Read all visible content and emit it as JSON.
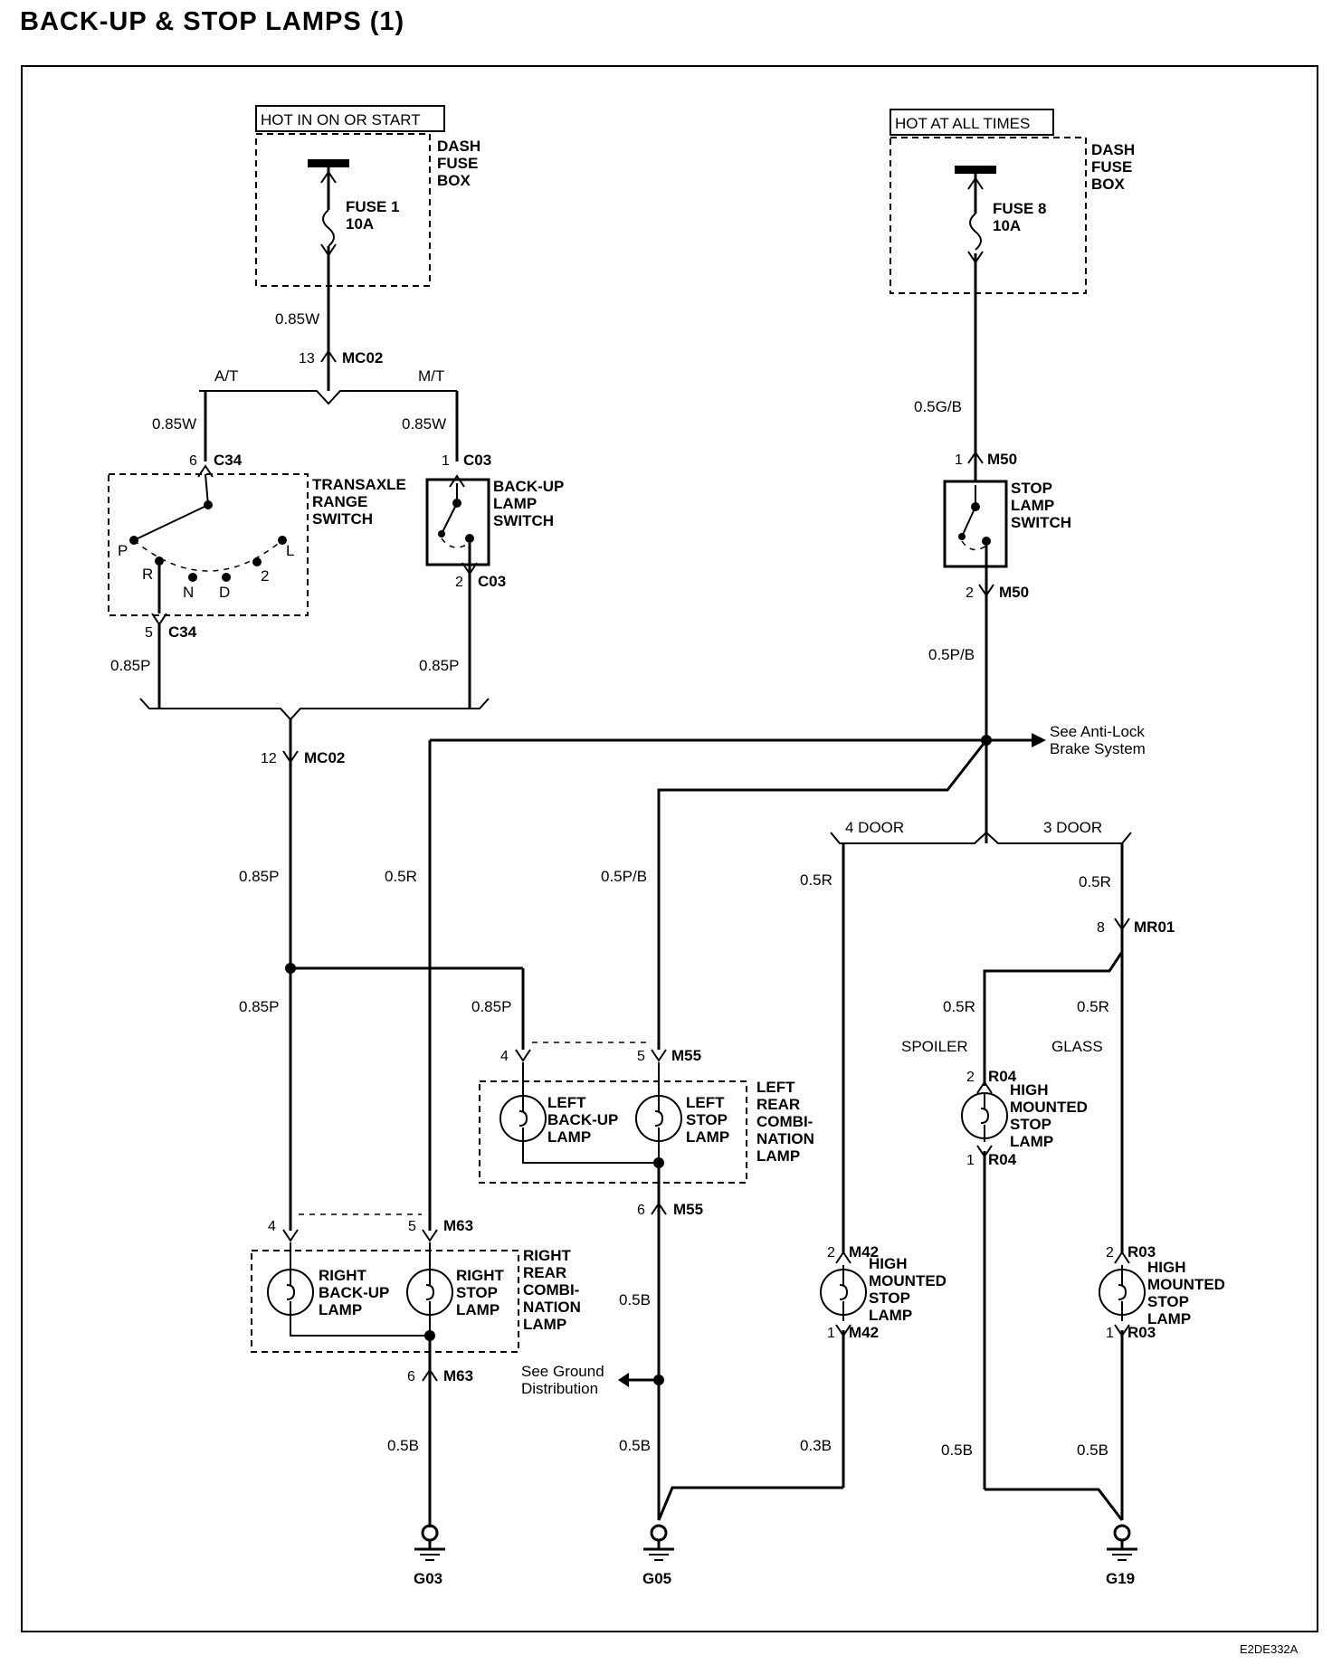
{
  "title": "BACK-UP & STOP LAMPS (1)",
  "doc_code": "E2DE332A",
  "power": {
    "left_hot": "HOT IN ON OR START",
    "right_hot": "HOT AT ALL TIMES",
    "fuse_box": [
      "DASH",
      "FUSE",
      "BOX"
    ],
    "fuse1": [
      "FUSE 1",
      "10A"
    ],
    "fuse8": [
      "FUSE 8",
      "10A"
    ]
  },
  "options": {
    "at": "A/T",
    "mt": "M/T",
    "door4": "4 DOOR",
    "door3": "3 DOOR",
    "spoiler": "SPOILER",
    "glass": "GLASS"
  },
  "connectors": {
    "mc02": "MC02",
    "c34": "C34",
    "c03": "C03",
    "m50": "M50",
    "m55": "M55",
    "m63": "M63",
    "m42": "M42",
    "mr01": "MR01",
    "r04": "R04",
    "r03": "R03"
  },
  "pins": {
    "p13": "13",
    "p12": "12",
    "p6": "6",
    "p5": "5",
    "p1": "1",
    "p2": "2",
    "p4": "4",
    "p8": "8"
  },
  "wires": {
    "w085w": "0.85W",
    "w085p": "0.85P",
    "w05gb": "0.5G/B",
    "w05pb": "0.5P/B",
    "w05r": "0.5R",
    "w05b": "0.5B",
    "w03b": "0.3B"
  },
  "components": {
    "transaxle": [
      "TRANSAXLE",
      "RANGE",
      "SWITCH"
    ],
    "backup_switch": [
      "BACK-UP",
      "LAMP",
      "SWITCH"
    ],
    "stop_switch": [
      "STOP",
      "LAMP",
      "SWITCH"
    ],
    "left_backup": [
      "LEFT",
      "BACK-UP",
      "LAMP"
    ],
    "left_stop": [
      "LEFT",
      "STOP",
      "LAMP"
    ],
    "left_combo": [
      "LEFT",
      "REAR",
      "COMBI-",
      "NATION",
      "LAMP"
    ],
    "right_backup": [
      "RIGHT",
      "BACK-UP",
      "LAMP"
    ],
    "right_stop": [
      "RIGHT",
      "STOP",
      "LAMP"
    ],
    "right_combo": [
      "RIGHT",
      "REAR",
      "COMBI-",
      "NATION",
      "LAMP"
    ],
    "hmsl": [
      "HIGH",
      "MOUNTED",
      "STOP",
      "LAMP"
    ]
  },
  "gear_positions": [
    "P",
    "R",
    "N",
    "D",
    "2",
    "L"
  ],
  "refs": {
    "abs": [
      "See Anti-Lock",
      "Brake System"
    ],
    "ground": [
      "See Ground",
      "Distribution"
    ]
  },
  "grounds": {
    "g03": "G03",
    "g05": "G05",
    "g19": "G19"
  }
}
